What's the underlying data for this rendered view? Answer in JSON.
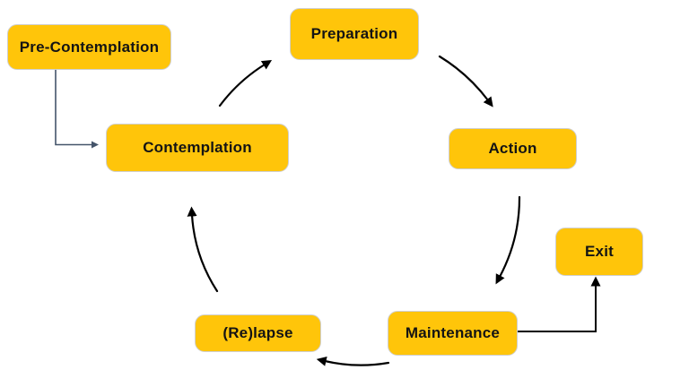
{
  "diagram": {
    "type": "cycle-flowchart",
    "nodes": [
      {
        "id": "pre-contemplation",
        "label": "Pre-Contemplation"
      },
      {
        "id": "preparation",
        "label": "Preparation"
      },
      {
        "id": "contemplation",
        "label": "Contemplation"
      },
      {
        "id": "action",
        "label": "Action"
      },
      {
        "id": "exit",
        "label": "Exit"
      },
      {
        "id": "maintenance",
        "label": "Maintenance"
      },
      {
        "id": "relapse",
        "label": "(Re)lapse"
      }
    ],
    "edges": [
      {
        "from": "Pre-Contemplation",
        "to": "Contemplation",
        "style": "elbow",
        "color": "#44546A"
      },
      {
        "from": "Contemplation",
        "to": "Preparation",
        "style": "arc",
        "color": "#000000"
      },
      {
        "from": "Preparation",
        "to": "Action",
        "style": "arc",
        "color": "#000000"
      },
      {
        "from": "Action",
        "to": "Maintenance",
        "style": "arc",
        "color": "#000000"
      },
      {
        "from": "Maintenance",
        "to": "(Re)lapse",
        "style": "arc",
        "color": "#000000"
      },
      {
        "from": "(Re)lapse",
        "to": "Contemplation",
        "style": "arc",
        "color": "#000000"
      },
      {
        "from": "Maintenance",
        "to": "Exit",
        "style": "elbow",
        "color": "#000000"
      }
    ],
    "colors": {
      "canvas_background": "#FFFFFF",
      "node_fill": "#FFC50A",
      "node_border": "#CFCFCF",
      "node_text": "#141414",
      "arrow": "#000000",
      "elbow_connector": "#44546A"
    }
  }
}
